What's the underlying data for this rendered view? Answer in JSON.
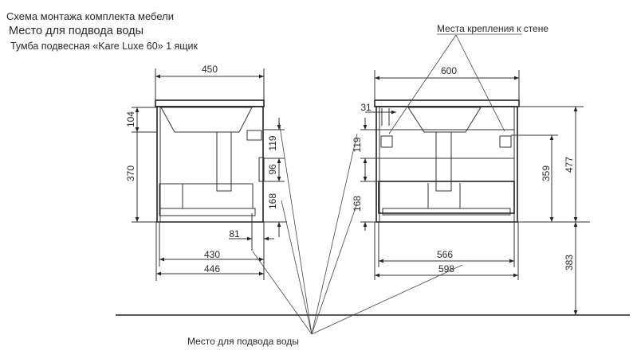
{
  "header": {
    "line1": "Схема монтажа комплекта мебели",
    "line2": "Место для подвода воды",
    "line3": "Тумба подвесная «Kare Luxe 60» 1 ящик"
  },
  "labels": {
    "wall_mounts": "Места крепления к стене",
    "water_supply": "Место для подвода воды"
  },
  "side_view": {
    "width_top": "450",
    "h_sink": "104",
    "h_body": "370",
    "d_119": "119",
    "d_96": "96",
    "d_168": "168",
    "d_81": "81",
    "w_430": "430",
    "w_446": "446"
  },
  "front_view": {
    "width_top": "600",
    "d_31": "31",
    "d_119": "119",
    "d_168": "168",
    "h_359": "359",
    "h_477": "477",
    "h_383": "383",
    "w_566": "566",
    "w_598": "598"
  }
}
